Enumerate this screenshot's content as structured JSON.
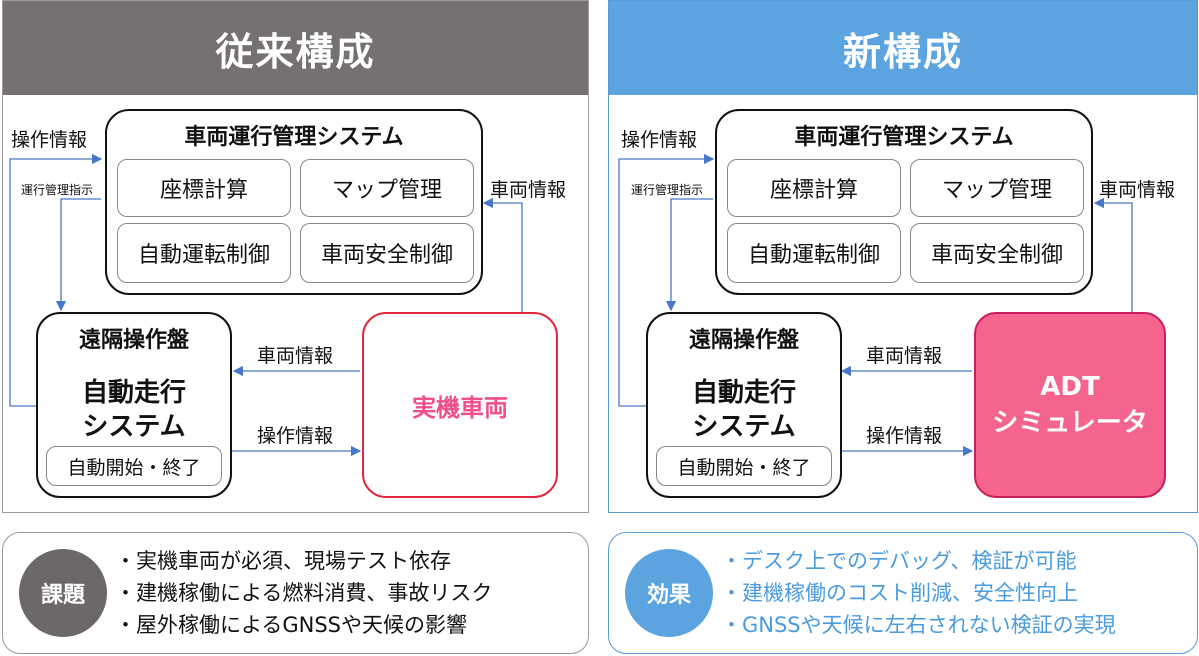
{
  "legacy": {
    "header": "従来構成",
    "system_title": "車両運行管理システム",
    "cells": [
      "座標計算",
      "マップ管理",
      "自動運転制御",
      "車両安全制御"
    ],
    "remote_title": "遠隔操作盤",
    "remote_sub1": "自動走行",
    "remote_sub2": "システム",
    "remote_button": "自動開始・終了",
    "vehicle": "実機車両",
    "labels": {
      "op_info_top": "操作情報",
      "op_instr": "運行管理指示",
      "veh_info_right": "車両情報",
      "veh_info_mid": "車両情報",
      "op_info_mid": "操作情報"
    }
  },
  "new": {
    "header": "新構成",
    "system_title": "車両運行管理システム",
    "cells": [
      "座標計算",
      "マップ管理",
      "自動運転制御",
      "車両安全制御"
    ],
    "remote_title": "遠隔操作盤",
    "remote_sub1": "自動走行",
    "remote_sub2": "システム",
    "remote_button": "自動開始・終了",
    "sim_line1": "ADT",
    "sim_line2": "シミュレータ",
    "labels": {
      "op_info_top": "操作情報",
      "op_instr": "運行管理指示",
      "veh_info_right": "車両情報",
      "veh_info_mid": "車両情報",
      "op_info_mid": "操作情報"
    }
  },
  "issues": {
    "badge": "課題",
    "items": [
      "・実機車両が必須、現場テスト依存",
      "・建機稼働による燃料消費、事故リスク",
      "・屋外稼働によるGNSSや天候の影響"
    ]
  },
  "effects": {
    "badge": "効果",
    "items": [
      "・デスク上でのデバッグ、検証が可能",
      "・建機稼働のコスト削減、安全性向上",
      "・GNSSや天候に左右されない検証の実現"
    ]
  },
  "colors": {
    "legacy_header": "#767171",
    "new_header": "#5ba4e0",
    "arrow": "#4a78c8",
    "vehicle_text": "#f0508a",
    "sim_fill": "#f4648c"
  }
}
